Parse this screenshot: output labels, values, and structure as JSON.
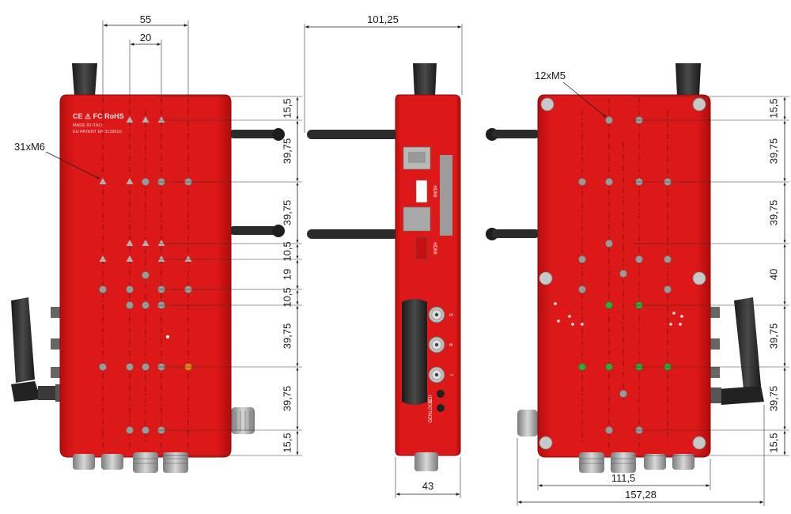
{
  "front_view": {
    "marking_text": [
      "CE ⚠ FC RoHS",
      "MADE IN ITALY",
      "EU PATENT EP 3133510"
    ],
    "hole_callout": "31xM6",
    "top_dims": [
      "55",
      "20"
    ],
    "right_dims": [
      "15,5",
      "39,75",
      "39,75",
      "10,5",
      "19",
      "10,5",
      "39,75",
      "39,75",
      "15,5"
    ]
  },
  "side_view": {
    "top_dim": "101,25",
    "bottom_dim": "43",
    "panel_labels": [
      "HDMI",
      "HDMI",
      "5",
      "6",
      "7",
      "SDI",
      "GENLOCK"
    ]
  },
  "rear_view": {
    "hole_callout": "12xM5",
    "right_dims": [
      "15,5",
      "39,75",
      "39,75",
      "40",
      "39,75",
      "39,75",
      "15,5"
    ],
    "bottom_dims": [
      "111,5",
      "157,28"
    ]
  },
  "colors": {
    "body_red": "#d81414",
    "body_dark_red": "#a80c0c",
    "antenna": "#2a2a2a",
    "hole_grey": "#9a9a9a",
    "hole_green": "#3aa33a",
    "hole_orange": "#d98a1c"
  },
  "icons": [
    "antenna-icon",
    "bnc-connector-icon",
    "hdmi-port-icon",
    "mounting-screw-icon",
    "lemo-connector-icon"
  ]
}
